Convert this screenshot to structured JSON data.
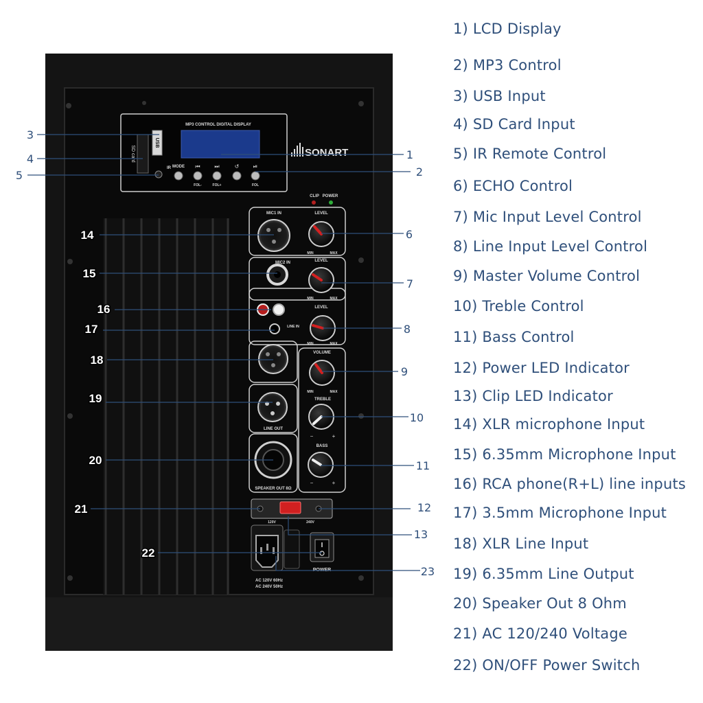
{
  "panel": {
    "mp3_module_title": "MP3 CONTROL DIGITAL DISPLAY",
    "usb_label": "USB",
    "sd_label": "SD card",
    "ir_label": "IR",
    "mode_label": "MODE",
    "vol_minus_label": "FOL-",
    "vol_plus_label": "FOL+",
    "fol_label": "FOL",
    "brand": "SONART",
    "clip_label": "CLIP",
    "power_led_label": "POWER",
    "mic1_label": "MIC1 IN",
    "mic2_label": "MIC2 IN",
    "level_label": "LEVEL",
    "line_in_label": "LINE IN",
    "volume_label": "VOLUME",
    "treble_label": "TREBLE",
    "bass_label": "BASS",
    "min_label": "MIN",
    "max_label": "MAX",
    "line_out_label": "LINE OUT",
    "speaker_out_label": "SPEAKER OUT 8Ω",
    "v120_label": "120V",
    "v240_label": "240V",
    "power_switch_label": "POWER",
    "ac_line1": "AC 120V 60Hz",
    "ac_line2": "AC 240V 50Hz"
  },
  "callouts": {
    "c1": "1",
    "c2": "2",
    "c3": "3",
    "c4": "4",
    "c5": "5",
    "c6": "6",
    "c7": "7",
    "c8": "8",
    "c9": "9",
    "c10": "10",
    "c11": "11",
    "c12": "12",
    "c13": "13",
    "c14": "14",
    "c15": "15",
    "c16": "16",
    "c17": "17",
    "c18": "18",
    "c19": "19",
    "c20": "20",
    "c21": "21",
    "c22": "22",
    "c23": "23"
  },
  "legend": [
    "1) LCD Display",
    "2) MP3 Control",
    "3) USB Input",
    "4) SD Card Input",
    "5) IR Remote Control",
    "6) ECHO Control",
    "7) Mic Input Level Control",
    "8) Line Input Level Control",
    "9) Master Volume Control",
    "10) Treble Control",
    "11) Bass Control",
    "12) Power LED Indicator",
    "13) Clip LED Indicator",
    "14) XLR microphone Input",
    "15) 6.35mm Microphone Input",
    "16) RCA phone(R+L) line inputs",
    "17) 3.5mm Microphone Input",
    "18) XLR Line Input",
    "19) 6.35mm Line Output",
    "20) Speaker Out 8 Ohm",
    "21) AC 120/240 Voltage",
    "22) ON/OFF Power Switch"
  ],
  "colors": {
    "legend_text": "#2f4f7a",
    "leader_line": "#2f4f7a",
    "panel_bg": "#0b0b0b",
    "cabinet": "#141414",
    "knob_pointer": "#d42020",
    "lcd": "#1b3a8c"
  }
}
